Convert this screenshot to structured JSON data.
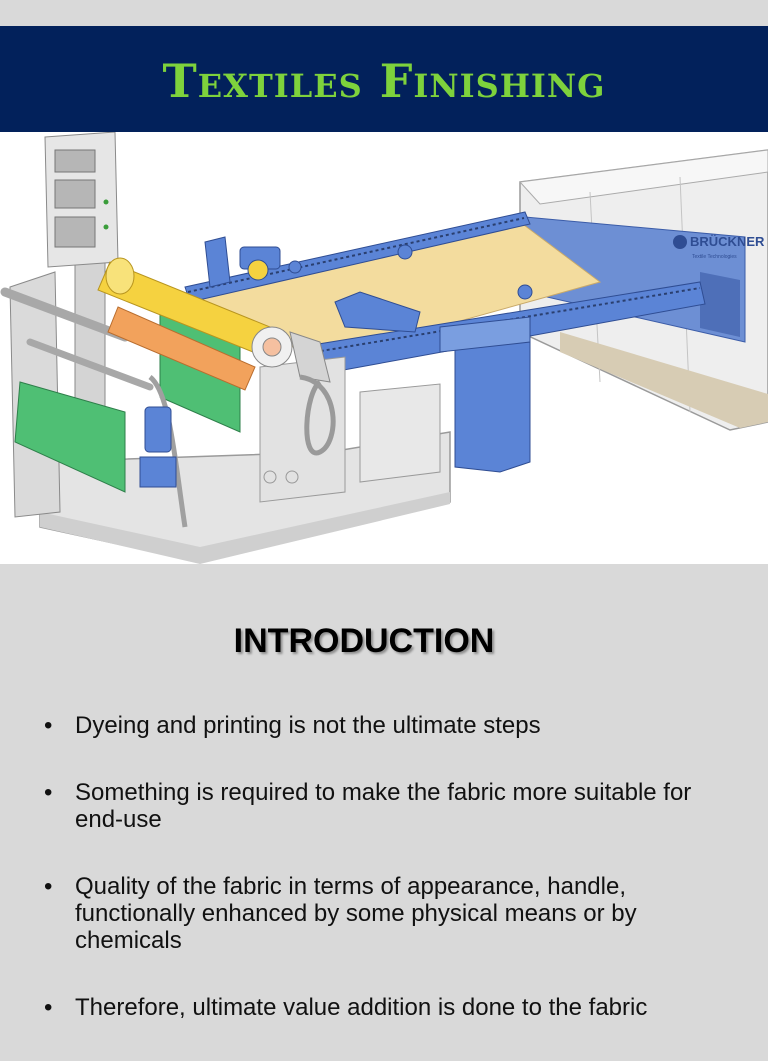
{
  "slide": {
    "title": "Textiles Finishing"
  },
  "illustration": {
    "brand": "BRÜCKNER",
    "brand_tagline": "Textile Technologies",
    "colors": {
      "banner": "#02215b",
      "title": "#7ed23c",
      "machine_blue": "#5b84d6",
      "fabric": "#f3dc9e",
      "roll_yellow": "#f5d240",
      "roll_green": "#4fbf74",
      "roll_orange": "#f2a25c"
    }
  },
  "content": {
    "heading": "INTRODUCTION",
    "bullet_glyph": "•",
    "bullets": [
      "Dyeing and printing is not the ultimate steps",
      "Something is required to make the fabric more suitable for end-use",
      "Quality of the fabric in terms of appearance, handle, functionally enhanced by some physical means or by chemicals",
      "Therefore, ultimate value addition is done to the fabric"
    ]
  }
}
